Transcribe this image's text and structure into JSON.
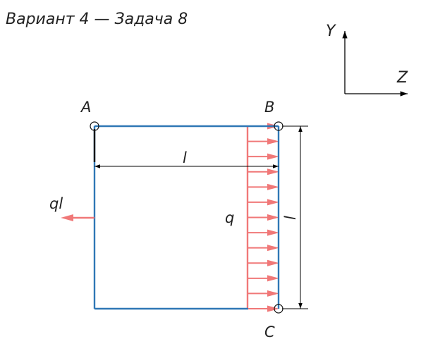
{
  "title": "Вариант 4 — Задача 8",
  "axes": {
    "y_label": "Y",
    "z_label": "Z"
  },
  "points": {
    "a": "A",
    "b": "B",
    "c": "C"
  },
  "dims": {
    "horizontal": "l",
    "vertical": "l"
  },
  "loads": {
    "distributed": "q",
    "concentrated": "ql"
  },
  "colors": {
    "frame": "#2f77b5",
    "load": "#f07878",
    "dim": "#000000"
  },
  "load_arrow_count": 13
}
